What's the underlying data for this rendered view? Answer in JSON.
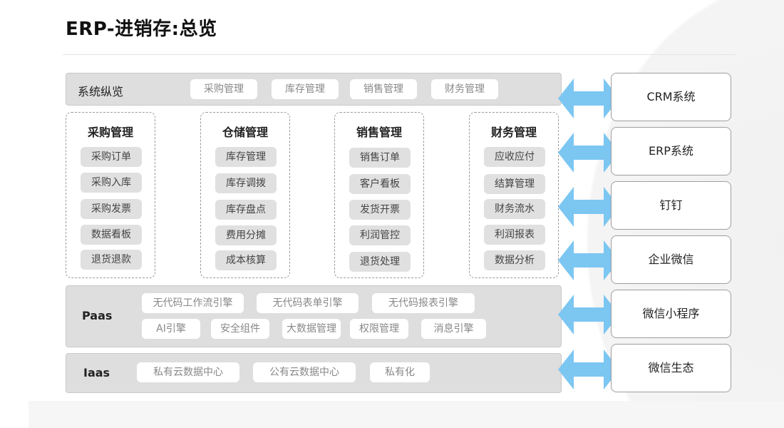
{
  "title": "ERP-进销存:总览",
  "overview": {
    "label": "系统纵览",
    "chips": [
      "采购管理",
      "库存管理",
      "销售管理",
      "财务管理"
    ]
  },
  "modules": [
    {
      "title": "采购管理",
      "items": [
        "采购订单",
        "采购入库",
        "采购发票",
        "数据看板",
        "退货退款"
      ]
    },
    {
      "title": "仓储管理",
      "items": [
        "库存管理",
        "库存调拨",
        "库存盘点",
        "费用分摊",
        "成本核算"
      ]
    },
    {
      "title": "销售管理",
      "items": [
        "销售订单",
        "客户看板",
        "发货开票",
        "利润管控",
        "退货处理"
      ]
    },
    {
      "title": "财务管理",
      "items": [
        "应收应付",
        "结算管理",
        "财务流水",
        "利润报表",
        "数据分析"
      ]
    }
  ],
  "paas": {
    "label": "Paas",
    "row1": [
      "无代码工作流引擎",
      "无代码表单引擎",
      "无代码报表引擎"
    ],
    "row2": [
      "AI引擎",
      "安全组件",
      "大数据管理",
      "权限管理",
      "消息引擎"
    ]
  },
  "iaas": {
    "label": "Iaas",
    "chips": [
      "私有云数据中心",
      "公有云数据中心",
      "私有化"
    ]
  },
  "integrations": [
    "CRM系统",
    "ERP系统",
    "钉钉",
    "企业微信",
    "微信小程序",
    "微信生态"
  ],
  "colors": {
    "arrow": "#7cc6f2",
    "bar_bg": "#dedede",
    "item_bg": "#e0e0e0"
  }
}
